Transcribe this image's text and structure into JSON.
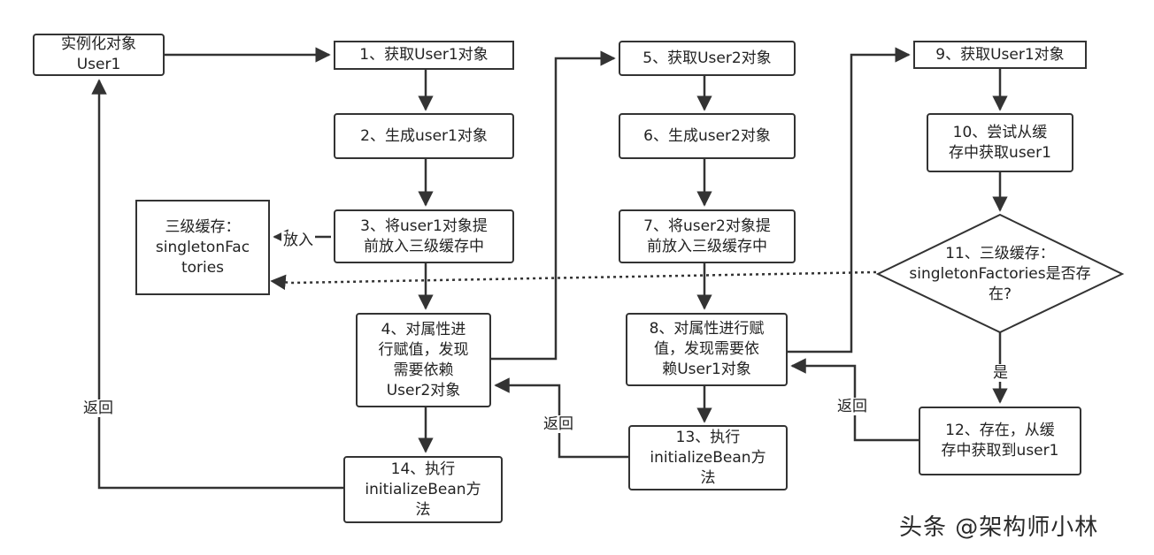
{
  "nodes": {
    "instantiate": "实例化对象\nUser1",
    "s1": "1、获取User1对象",
    "s2": "2、生成user1对象",
    "s3": "3、将user1对象提\n前放入三级缓存中",
    "s4": "4、对属性进\n行赋值，发现\n需要依赖\nUser2对象",
    "s5": "5、获取User2对象",
    "s6": "6、生成user2对象",
    "s7": "7、将user2对象提\n前放入三级缓存中",
    "s8": "8、对属性进行赋\n值，发现需要依\n赖User1对象",
    "s9": "9、获取User1对象",
    "s10": "10、尝试从缓\n存中获取user1",
    "s11": "11、三级缓存：\nsingletonFactories是否存\n在?",
    "s12": "12、存在，从缓\n存中获取到user1",
    "s13": "13、执行\ninitializeBean方\n法",
    "s14": "14、执行\ninitializeBean方\n法",
    "cache": "三级缓存：\nsingletonFac\ntories"
  },
  "edge_labels": {
    "put_in": "放入",
    "yes": "是",
    "return_left": "返回",
    "return_mid": "返回",
    "return_right": "返回"
  },
  "watermark": "头条 @架构师小林",
  "colors": {
    "stroke": "#333333",
    "text": "#222222",
    "background": "#ffffff"
  }
}
